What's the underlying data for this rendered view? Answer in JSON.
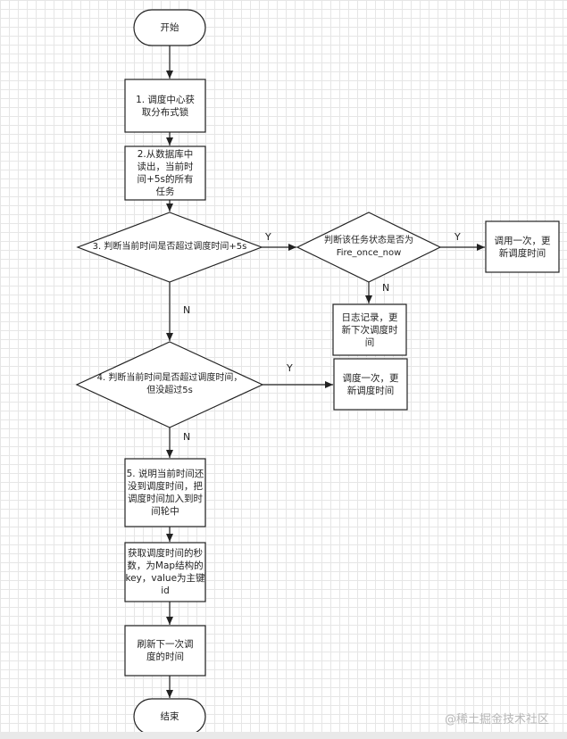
{
  "nodes": {
    "start": "开始",
    "step1": "1. 调度中心获\n取分布式锁",
    "step2": "2.从数据库中\n读出，当前时\n间+5s的所有\n任务",
    "decision3": "3. 判断当前时间是否超过调度时间+5s",
    "decision_fire": "判断该任务状态是否为\nFire_once_now",
    "invoke_once_right": "调用一次，更\n新调度时间",
    "log_record": "日志记录，更\n新下次调度时\n间",
    "decision4": "4. 判断当前时间是否超过调度时间，\n但没超过5s",
    "invoke_once_mid": "调度一次，更\n新调度时间",
    "step5": "5. 说明当前时间还\n没到调度时间，把\n调度时间加入到时\n间轮中",
    "step6": "获取调度时间的秒\n数，为Map结构的\nkey，value为主键\nid",
    "step7": "刷新下一次调\n度的时间",
    "end": "结束"
  },
  "edge_labels": {
    "d3_yes": "Y",
    "d3_no": "N",
    "fire_yes": "Y",
    "fire_no": "N",
    "d4_yes": "Y",
    "d4_no": "N"
  },
  "watermark": "@稀土掘金技术社区"
}
